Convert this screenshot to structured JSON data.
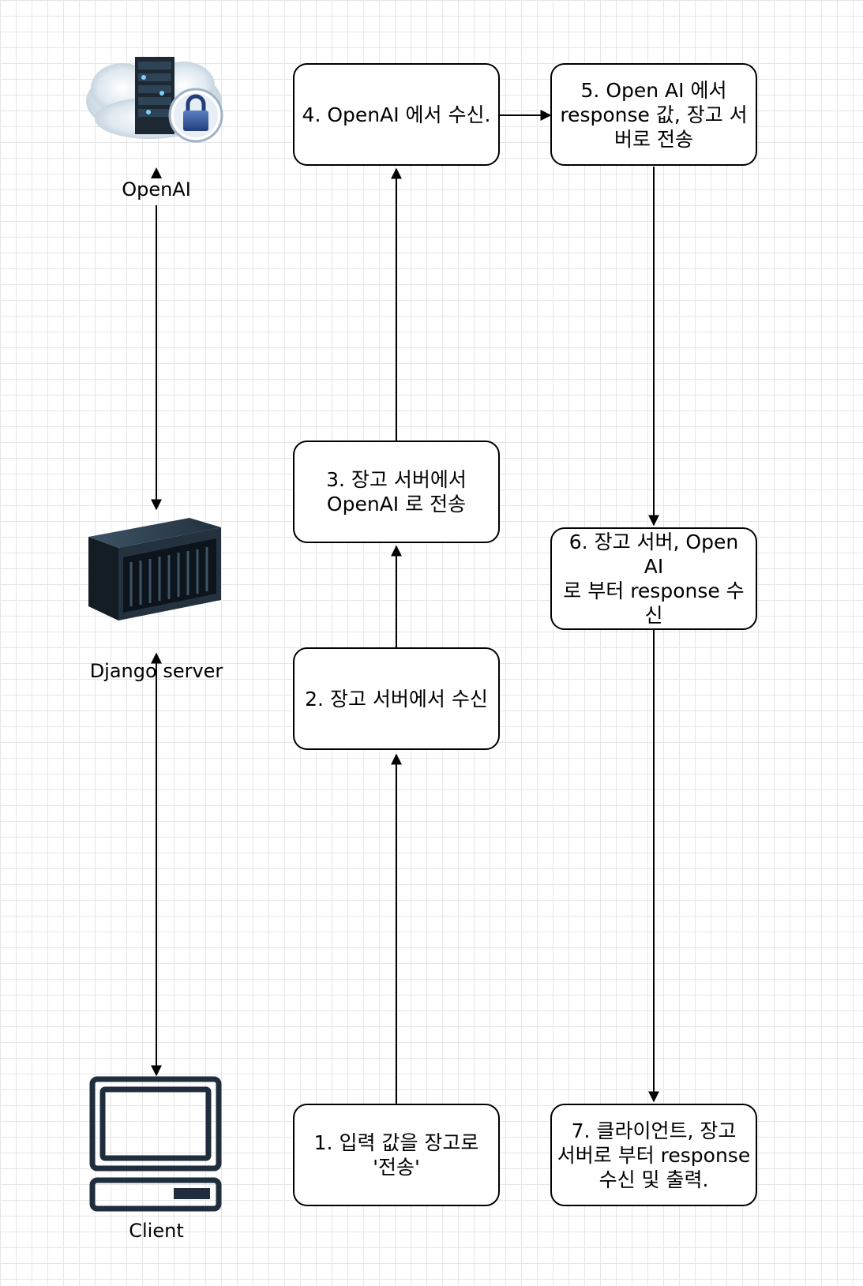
{
  "actors": {
    "openai": {
      "label": "OpenAI",
      "icon": "cloud-server-lock-icon"
    },
    "django": {
      "label": "Django server",
      "icon": "rack-server-icon"
    },
    "client": {
      "label": "Client",
      "icon": "computer-monitor-icon"
    }
  },
  "steps": [
    {
      "id": 1,
      "text": "1. 입력 값을 장고로\n'전송'"
    },
    {
      "id": 2,
      "text": "2. 장고 서버에서 수신"
    },
    {
      "id": 3,
      "text": "3. 장고 서버에서\nOpenAI 로 전송"
    },
    {
      "id": 4,
      "text": "4. OpenAI 에서 수신."
    },
    {
      "id": 5,
      "text": "5. Open AI 에서\nresponse 값, 장고 서\n버로 전송"
    },
    {
      "id": 6,
      "text": "6. 장고 서버, Open AI\n로 부터 response 수\n신"
    },
    {
      "id": 7,
      "text": "7. 클라이언트, 장고\n서버로 부터 response\n수신 및 출력."
    }
  ],
  "colors": {
    "line": "#000000",
    "grid": "#e6e6e6",
    "client_icon": "#1f2d3d",
    "server_body": "#24323f",
    "lock": "#2c4f8f"
  }
}
